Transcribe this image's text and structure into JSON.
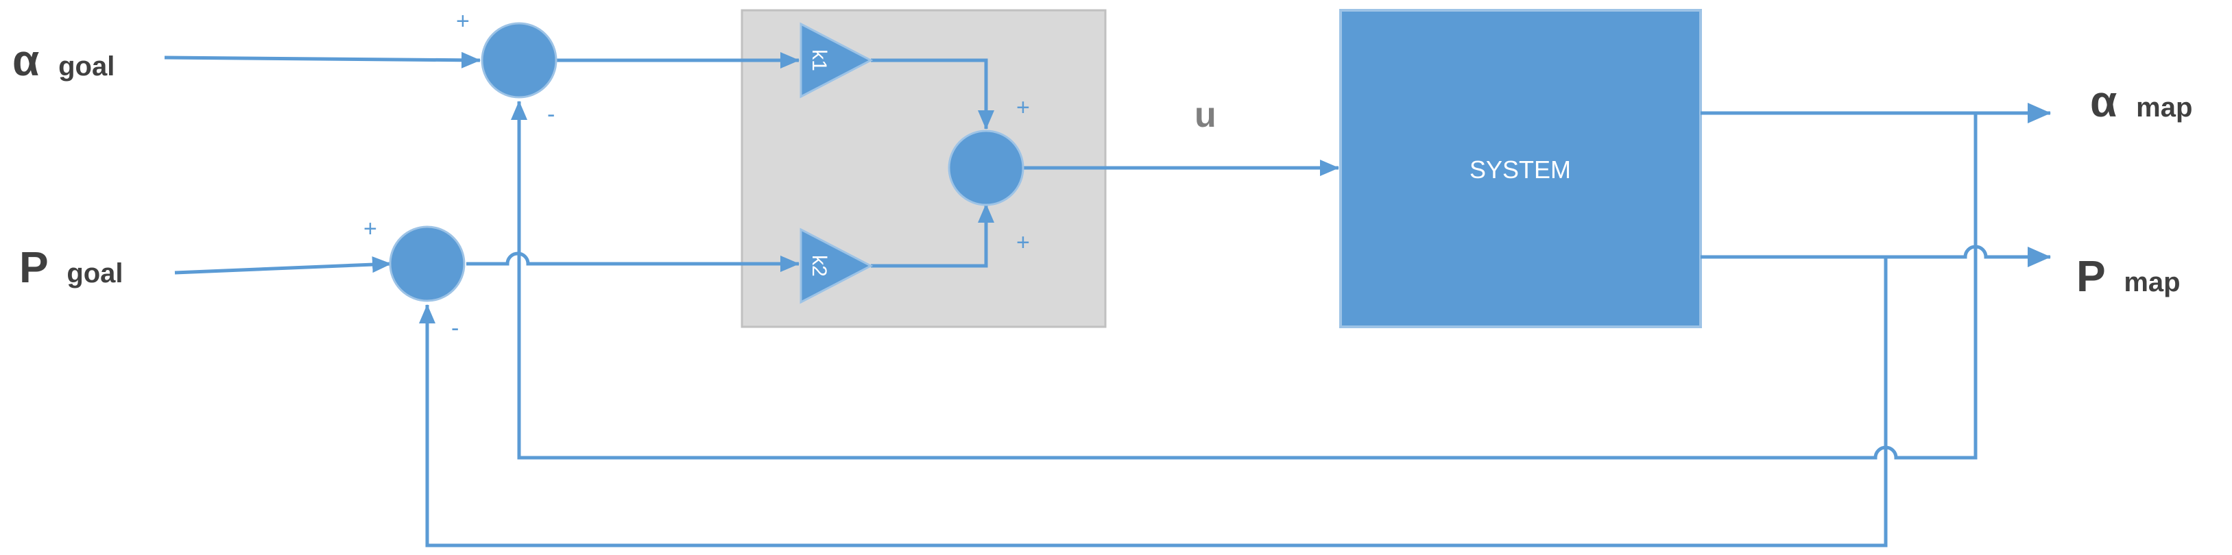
{
  "inputs": {
    "alpha_goal": {
      "symbol": "α",
      "subscript": "goal"
    },
    "p_goal": {
      "symbol": "P",
      "subscript": "goal"
    }
  },
  "outputs": {
    "alpha_map": {
      "symbol": "α",
      "subscript": "map"
    },
    "p_map": {
      "symbol": "P",
      "subscript": "map"
    }
  },
  "summing_junctions": {
    "alpha_sum": {
      "plus": "+",
      "minus": "-"
    },
    "p_sum": {
      "plus": "+",
      "minus": "-"
    },
    "output_sum": {
      "plus_top": "+",
      "plus_bottom": "+"
    }
  },
  "gains": {
    "k1": "k1",
    "k2": "k2"
  },
  "control_signal": "u",
  "system": {
    "label": "SYSTEM"
  },
  "colors": {
    "line": "#5b9bd5",
    "block": "#5b9bd5",
    "controller_bg": "#d9d9d9",
    "label_text": "#404040",
    "u_text": "#7f7f7f"
  }
}
